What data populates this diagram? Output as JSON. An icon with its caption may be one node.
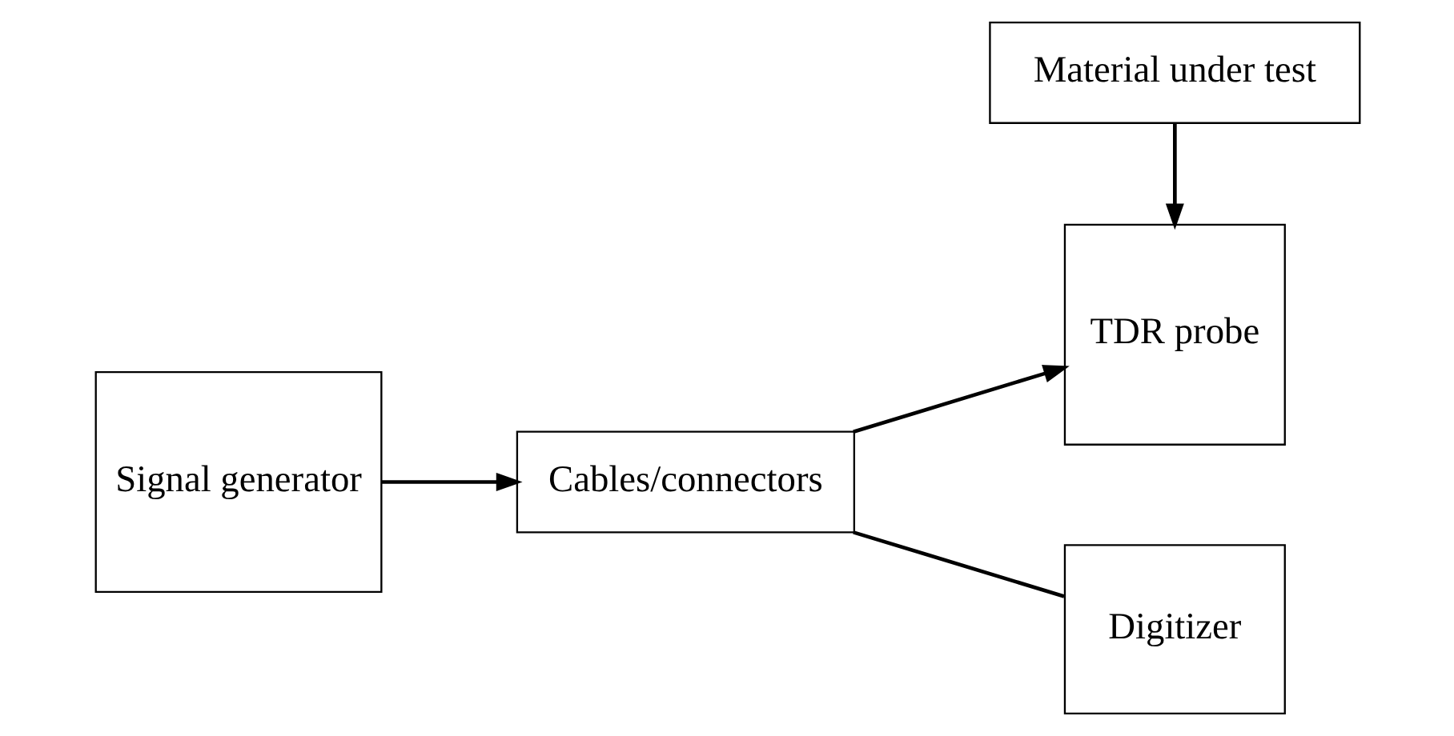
{
  "diagram": {
    "nodes": [
      {
        "text": [
          "Material under test"
        ]
      },
      {
        "text": [
          "Signal generator"
        ]
      },
      {
        "text": [
          "Cables/connectors"
        ]
      },
      {
        "text": [
          "TDR probe"
        ]
      },
      {
        "text": [
          "Digitizer"
        ]
      }
    ],
    "edges": [
      {
        "from": 0,
        "to": 3,
        "arrow": "to"
      },
      {
        "from": 1,
        "to": 2,
        "arrow": "to"
      },
      {
        "from": 2,
        "to": 3,
        "arrow": "to"
      },
      {
        "from": 2,
        "to": 4,
        "arrow": "none"
      }
    ]
  }
}
